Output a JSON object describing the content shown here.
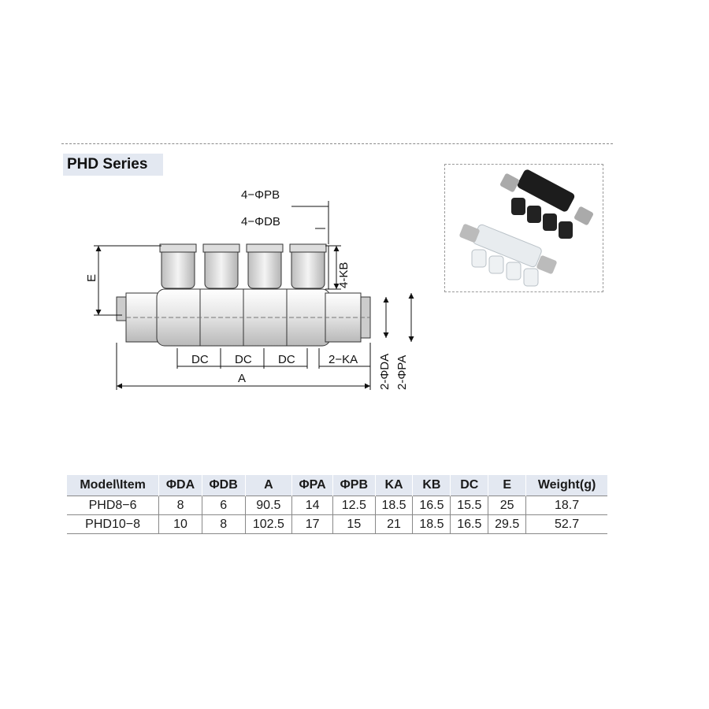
{
  "series": {
    "title": "PHD Series"
  },
  "drawing_labels": {
    "pb": "4−ΦPB",
    "db": "4−ΦDB",
    "kb": "4-KB",
    "e": "E",
    "dc1": "DC",
    "dc2": "DC",
    "dc3": "DC",
    "ka": "2−KA",
    "a": "A",
    "da": "2-ΦDA",
    "pa": "2-ΦPA"
  },
  "table": {
    "headers": [
      "Model\\Item",
      "ΦDA",
      "ΦDB",
      "A",
      "ΦPA",
      "ΦPB",
      "KA",
      "KB",
      "DC",
      "E",
      "Weight(g)"
    ],
    "rows": [
      [
        "PHD8−6",
        "8",
        "6",
        "90.5",
        "14",
        "12.5",
        "18.5",
        "16.5",
        "15.5",
        "25",
        "18.7"
      ],
      [
        "PHD10−8",
        "10",
        "8",
        "102.5",
        "17",
        "15",
        "21",
        "18.5",
        "16.5",
        "29.5",
        "52.7"
      ]
    ]
  },
  "colors": {
    "header_bg": "#e3e8f1",
    "fitting_black": "#1c1c1c",
    "fitting_white": "#e8ecef"
  }
}
